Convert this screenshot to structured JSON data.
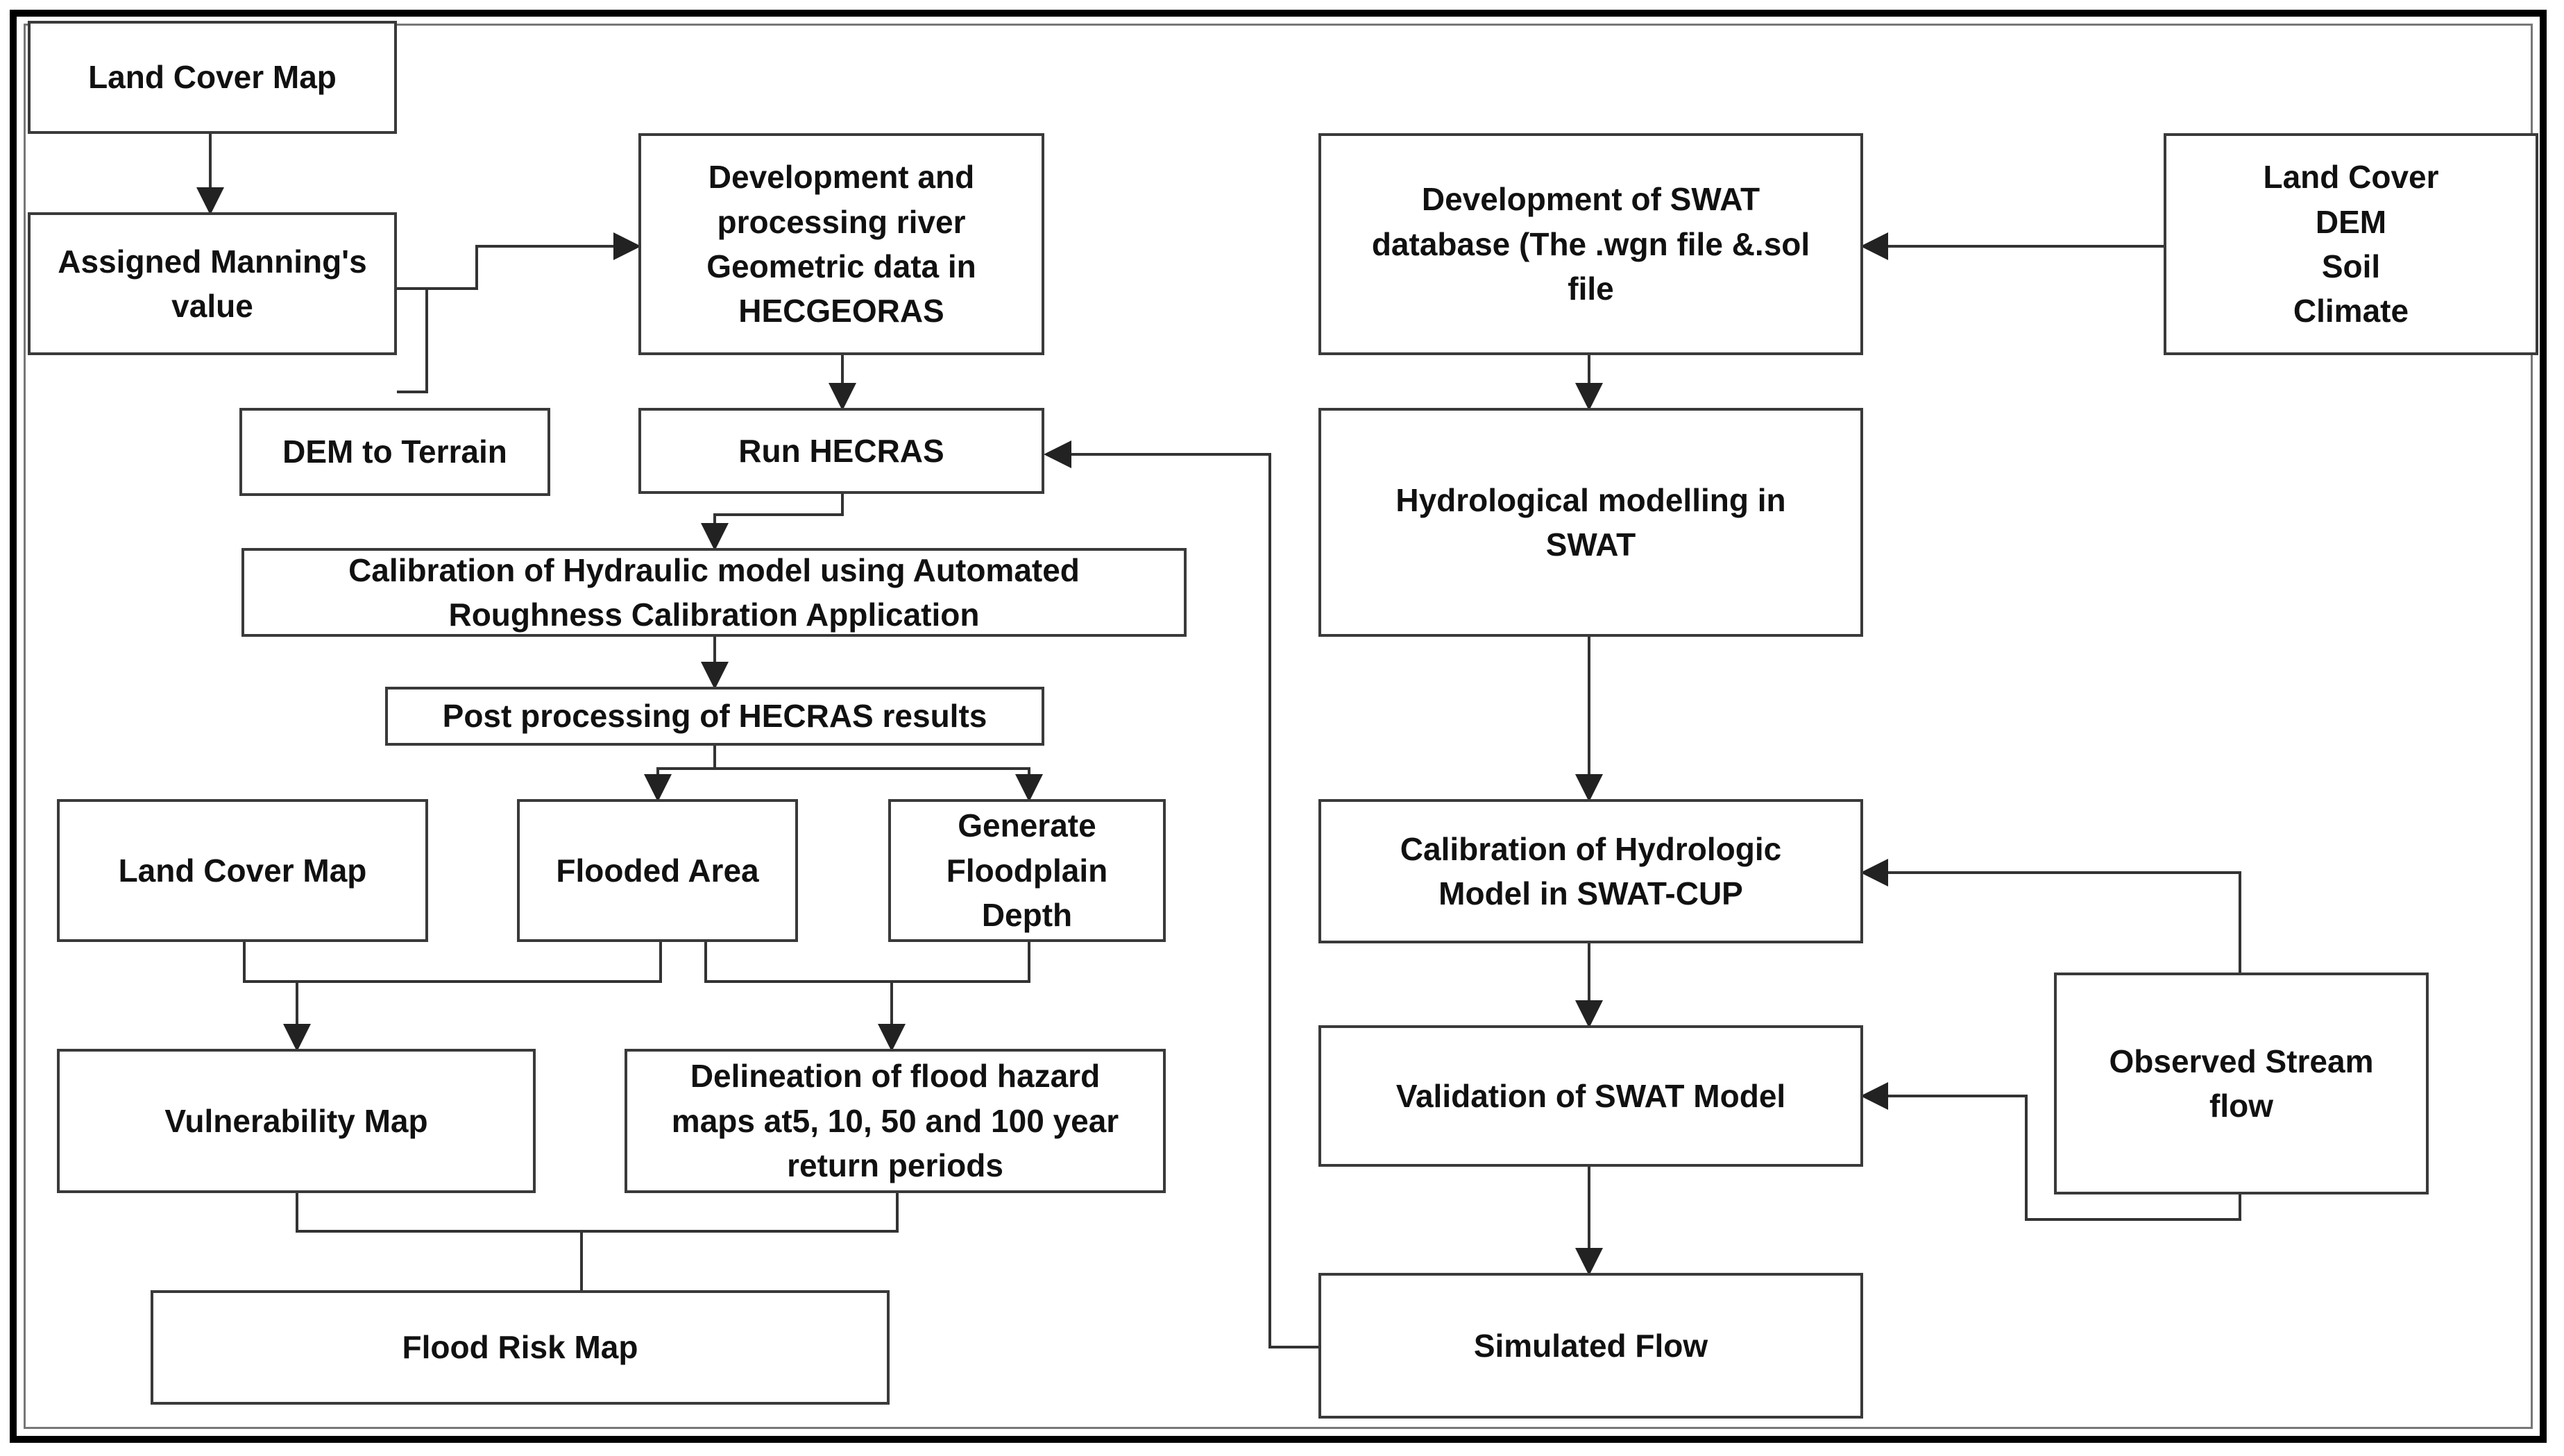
{
  "nodes": {
    "land_cover_map_top": "Land Cover Map",
    "assigned_manning": "Assigned Manning's\nvalue",
    "dem_to_terrain": "DEM to Terrain",
    "dev_river_geometric": "Development and\nprocessing river\nGeometric data in\nHECGEORAS",
    "run_hecras": "Run HECRAS",
    "calibration_hydraulic": "Calibration of Hydraulic model using Automated\nRoughness Calibration Application",
    "post_processing": "Post processing of HECRAS results",
    "land_cover_map_mid": "Land Cover Map",
    "flooded_area": "Flooded Area",
    "generate_floodplain_depth": "Generate\nFloodplain\nDepth",
    "vulnerability_map": "Vulnerability Map",
    "delineation_flood_hazard": "Delineation of flood hazard\nmaps at5, 10, 50 and 100 year\nreturn periods",
    "flood_risk_map": "Flood Risk Map",
    "dev_swat_database": "Development of SWAT\ndatabase (The .wgn file &.sol\nfile",
    "inputs_list": "Land Cover\nDEM\nSoil\nClimate",
    "hydrological_modelling": "Hydrological modelling in\nSWAT",
    "calibration_hydrologic": "Calibration of Hydrologic\nModel in SWAT-CUP",
    "validation_swat": "Validation of SWAT Model",
    "observed_stream_flow": "Observed Stream\nflow",
    "simulated_flow": "Simulated Flow"
  }
}
